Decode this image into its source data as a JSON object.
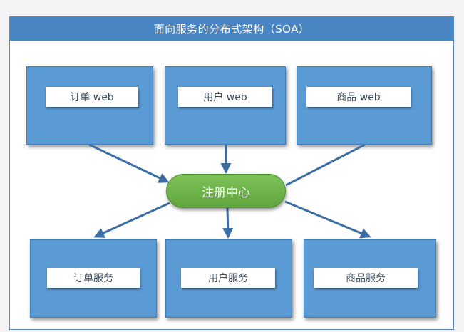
{
  "title": "面向服务的分布式架构（SOA）",
  "web_nodes": [
    {
      "label": "订单 web"
    },
    {
      "label": "用户 web"
    },
    {
      "label": "商品 web"
    }
  ],
  "registry": {
    "label": "注册中心"
  },
  "service_nodes": [
    {
      "label": "订单服务"
    },
    {
      "label": "用户服务"
    },
    {
      "label": "商品服务"
    }
  ],
  "colors": {
    "header": "#4a86c4",
    "box": "#5b9bd5",
    "registry": "#6ab04c",
    "arrow": "#3b6ea5"
  }
}
